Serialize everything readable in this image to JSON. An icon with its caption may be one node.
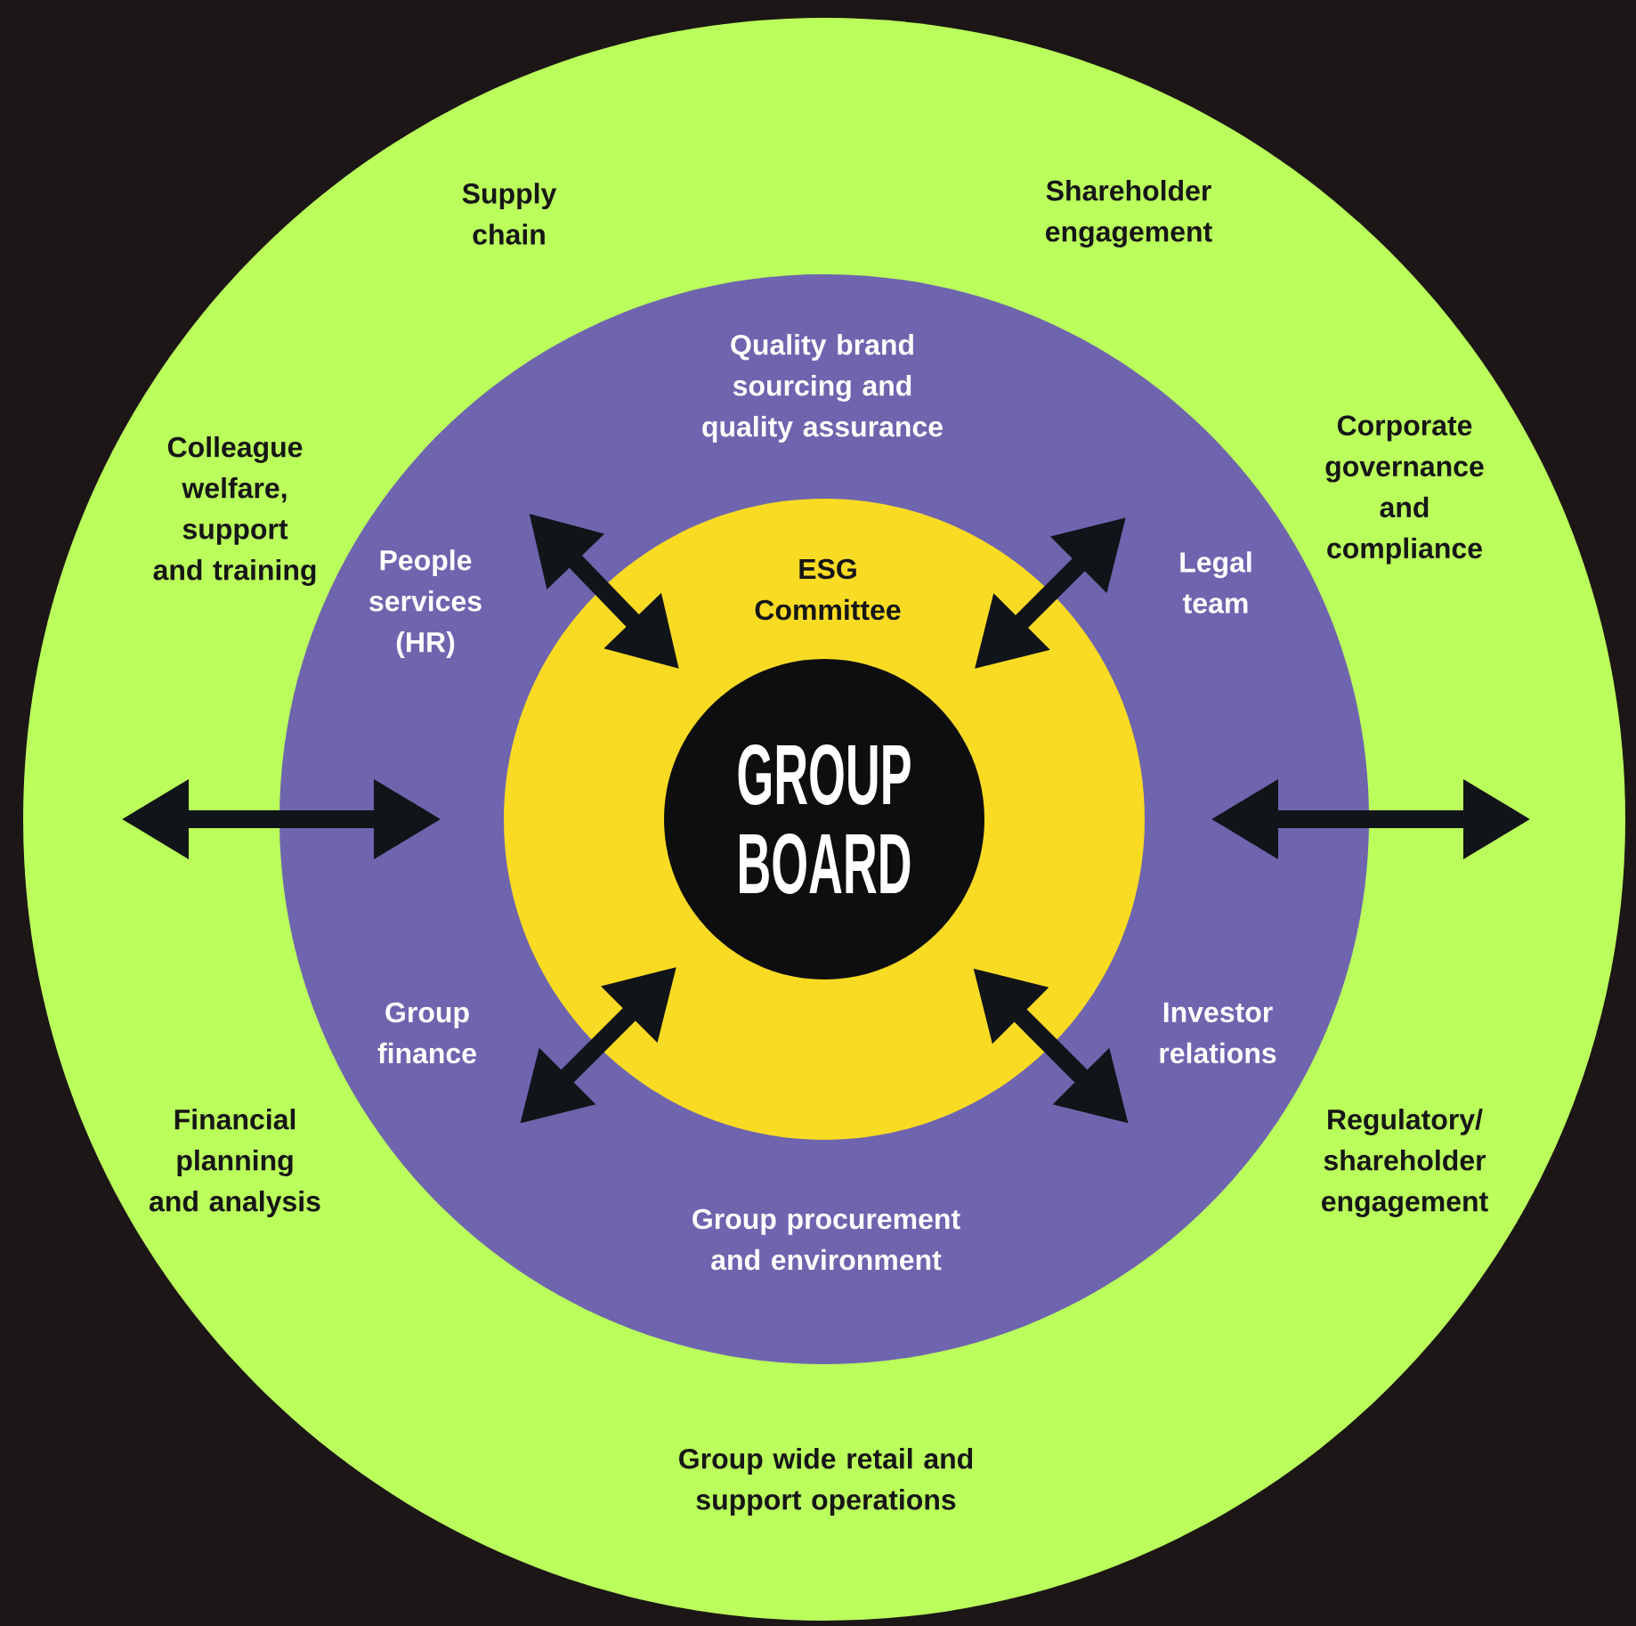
{
  "diagram": {
    "nodes": [
      {
        "text": [
          "Supply chain",
          "Shareholder engagement",
          "Colleague welfare, support and training",
          "Corporate governance and compliance",
          "Financial planning and analysis",
          "Regulatory/ shareholder engagement",
          "Group wide retail and support operations"
        ]
      },
      {
        "text": [
          "Quality brand sourcing and quality assurance",
          "People services (HR)",
          "Legal team",
          "Group finance",
          "Investor relations",
          "Group procurement and environment"
        ],
        "in": 0
      },
      {
        "text": [
          "ESG Committee"
        ],
        "in": 1
      },
      {
        "text": [
          "GROUP BOARD"
        ],
        "in": 2
      }
    ]
  }
}
